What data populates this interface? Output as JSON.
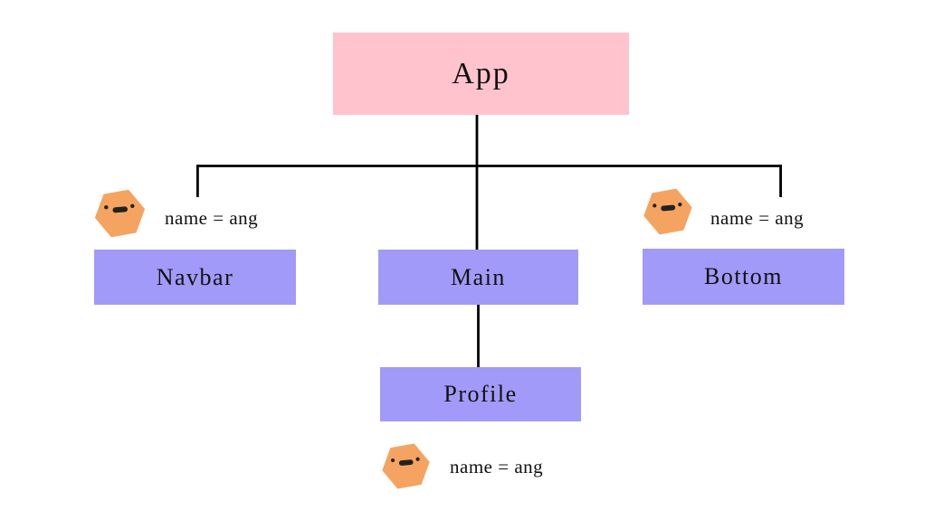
{
  "diagram": {
    "type": "component-tree",
    "nodes": [
      {
        "id": "app",
        "label": "App",
        "level": 0
      },
      {
        "id": "navbar",
        "label": "Navbar",
        "level": 1,
        "parent": "app"
      },
      {
        "id": "main",
        "label": "Main",
        "level": 1,
        "parent": "app"
      },
      {
        "id": "bottom",
        "label": "Bottom",
        "level": 1,
        "parent": "app"
      },
      {
        "id": "profile",
        "label": "Profile",
        "level": 2,
        "parent": "main"
      }
    ],
    "edges": [
      [
        "app",
        "navbar"
      ],
      [
        "app",
        "main"
      ],
      [
        "app",
        "bottom"
      ],
      [
        "main",
        "profile"
      ]
    ],
    "annotations": [
      {
        "target": "navbar",
        "icon": "hexagon-face-icon",
        "text": "name = ang"
      },
      {
        "target": "bottom",
        "icon": "hexagon-face-icon",
        "text": "name = ang"
      },
      {
        "target": "profile",
        "icon": "hexagon-face-icon",
        "text": "name = ang"
      }
    ],
    "colors": {
      "root_node_fill": "#ffc3cd",
      "child_node_fill": "#a29af8",
      "hexagon_fill": "#f4a460",
      "face": "#222222",
      "connector": "#000000",
      "text": "#111111",
      "bg": "#ffffff"
    }
  }
}
